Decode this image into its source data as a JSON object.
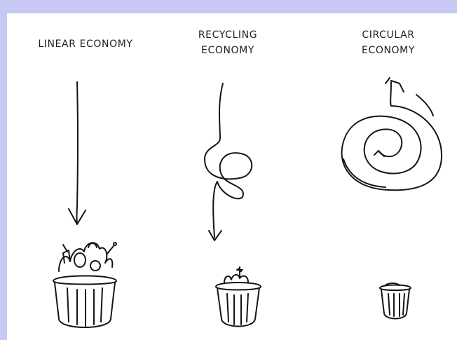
{
  "labels": {
    "linear": "LINEAR ECONOMY",
    "recycling": [
      "RECYCLING",
      "ECONOMY"
    ],
    "circular": [
      "CIRCULAR",
      "ECONOMY"
    ]
  },
  "colors": {
    "outer_border": "#c8c8f4",
    "background": "#ffffff",
    "ink": "#151515"
  },
  "icons": [
    "straight-down-arrow-icon",
    "looping-down-arrow-icon",
    "spiral-arrow-icon",
    "full-trash-bin-icon",
    "medium-trash-bin-icon",
    "small-trash-bin-icon"
  ]
}
